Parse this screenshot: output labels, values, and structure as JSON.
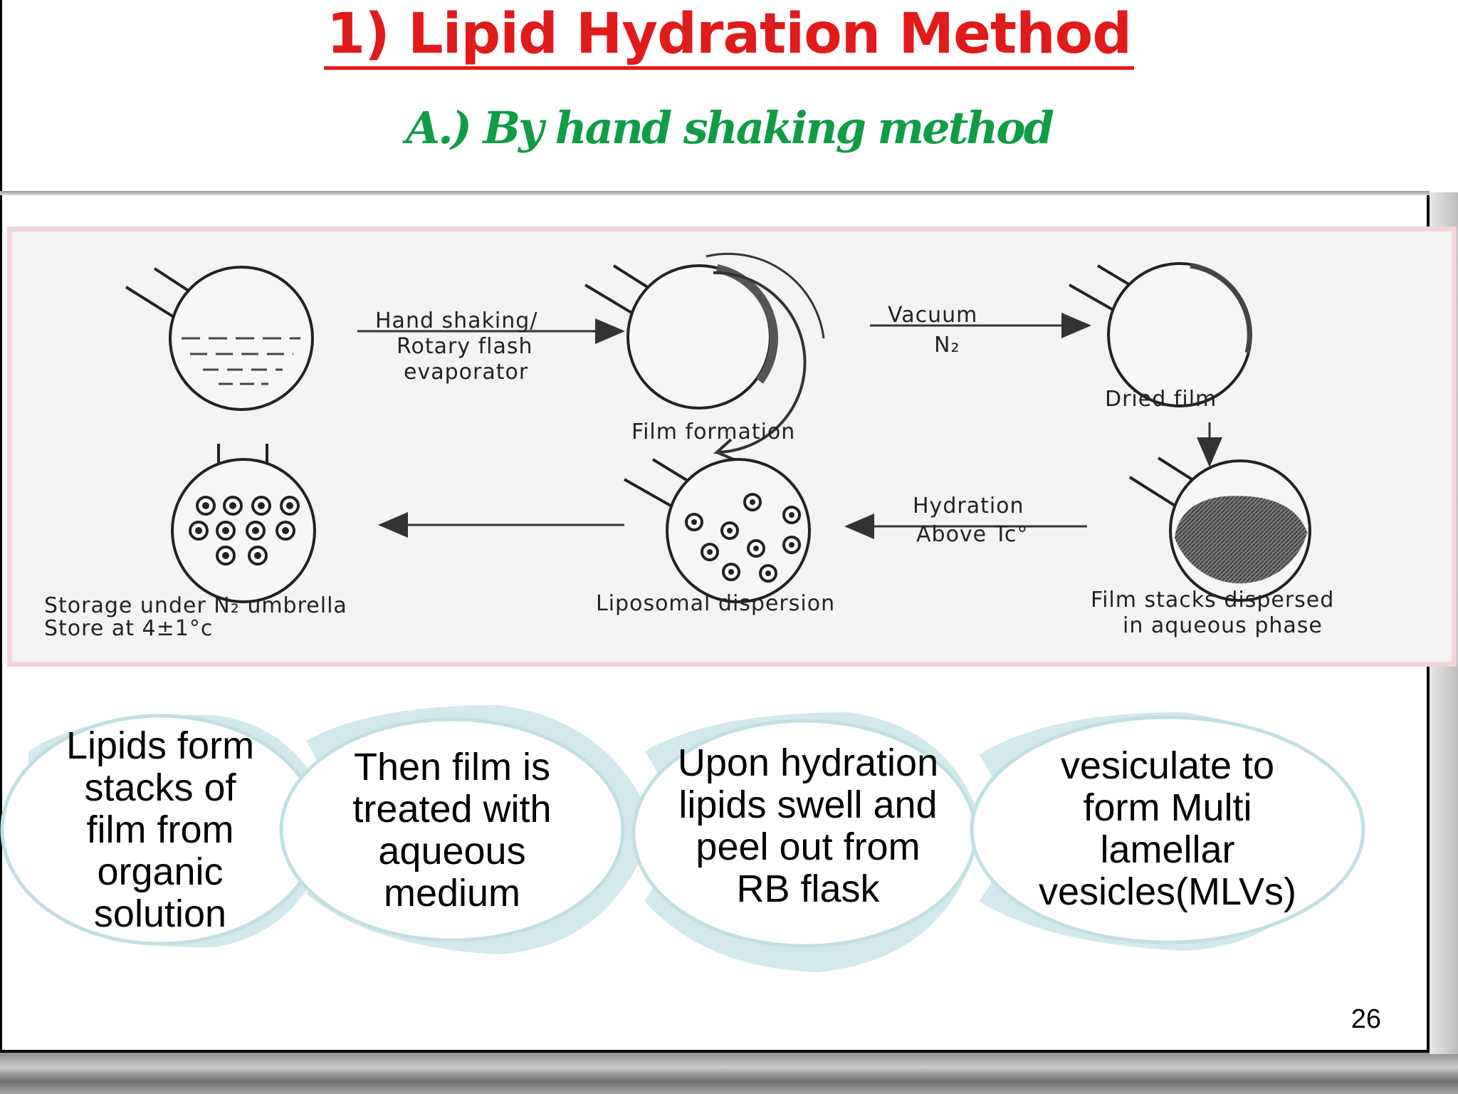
{
  "slide": {
    "title": "1) Lipid Hydration Method",
    "subtitle": "A.) By hand shaking method",
    "page_number": "26"
  },
  "diagram": {
    "arrow1_label_line1": "Hand shaking/",
    "arrow1_label_line2": "Rotary flash",
    "arrow1_label_line3": "evaporator",
    "arrow2_label_line1": "Vacuum",
    "arrow2_label_line2": "N₂",
    "film_formation": "Film formation",
    "dried_film": "Dried film",
    "hydration_line1": "Hydration",
    "hydration_line2": "Above Tc°",
    "film_stacks_line1": "Film stacks dispersed",
    "film_stacks_line2": "in aqueous phase",
    "liposomal_dispersion": "Liposomal dispersion",
    "storage_line1": "Storage under N₂ umbrella",
    "storage_line2": "Store at 4±1°c"
  },
  "steps": [
    {
      "text": "Lipids form stacks of film from organic solution"
    },
    {
      "text": "Then film is treated with aqueous medium"
    },
    {
      "text": "Upon hydration lipids swell and peel out from RB flask"
    },
    {
      "text": "vesiculate to form Multi lamellar vesicles(MLVs)"
    }
  ],
  "colors": {
    "title": "#e11a1a",
    "subtitle": "#0f9c45",
    "step_fill": "#cfe8ea",
    "step_outline": "#c2e0e2",
    "diagram_border": "#f1d5d8"
  }
}
